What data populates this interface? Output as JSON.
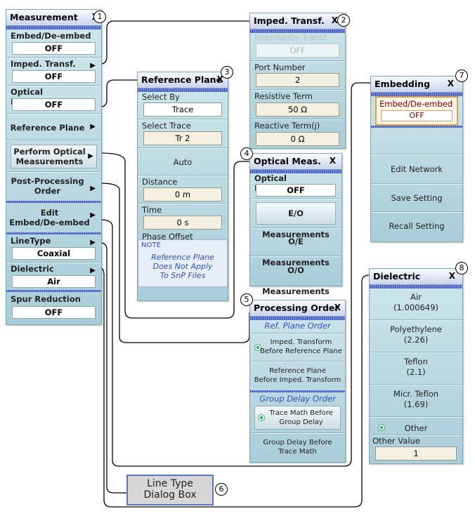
{
  "measurement": {
    "title": "Measurement",
    "close": "X",
    "badge": "1",
    "embed_label": "Embed/De-embed",
    "embed_value": "OFF",
    "imped_label": "Imped. Transf.",
    "imped_value": "OFF",
    "optical_label": "Optical Measurements",
    "optical_value": "OFF",
    "ref_plane": "Reference Plane",
    "perform_optical_1": "Perform Optical",
    "perform_optical_2": "Measurements",
    "post_processing_1": "Post-Processing",
    "post_processing_2": "Order",
    "edit_1": "Edit",
    "edit_2": "Embed/De-embed",
    "linetype_label": "LineType",
    "linetype_value": "Coaxial",
    "dielectric_label": "Dielectric",
    "dielectric_value": "Air",
    "spur_label": "Spur Reduction",
    "spur_value": "OFF"
  },
  "imped": {
    "title": "Imped. Transf.",
    "close": "X",
    "badge": "2",
    "transf_label": "Impedance Transf.",
    "transf_value": "OFF",
    "port_label": "Port Number",
    "port_value": "2",
    "resistive_label": "Resistive Term",
    "resistive_value": "50 Ω",
    "reactive_label": "Reactive Term(j)",
    "reactive_value": "0 Ω"
  },
  "refplane": {
    "title": "Reference Plane",
    "close": "X",
    "badge": "3",
    "select_by_label": "Select By",
    "select_by_value": "Trace",
    "select_trace_label": "Select Trace",
    "select_trace_value": "Tr 2",
    "auto": "Auto",
    "distance_label": "Distance",
    "distance_value": "0 m",
    "time_label": "Time",
    "time_value": "0 s",
    "phase_offset": "Phase Offset",
    "note_title": "NOTE",
    "note_1": "Reference Plane",
    "note_2": "Does Not Apply",
    "note_3": "To SnP Files"
  },
  "optical": {
    "title": "Optical Meas.",
    "close": "X",
    "badge": "4",
    "label": "Optical Measurements",
    "value": "OFF",
    "eo": "E/O Measurements",
    "oe": "O/E Measurements",
    "oo": "O/O Measurements"
  },
  "processing": {
    "title": "Processing Order",
    "close": "X",
    "badge": "5",
    "ref_order": "Ref. Plane Order",
    "opt1_1": "Imped. Transform",
    "opt1_2": "Before Reference Plane",
    "opt2_1": "Reference Plane",
    "opt2_2": "Before Imped. Transform",
    "gd_order": "Group Delay Order",
    "opt3_1": "Trace Math Before",
    "opt3_2": "Group Delay",
    "opt4_1": "Group Delay Before",
    "opt4_2": "Trace Math"
  },
  "linetype_box": {
    "line1": "Line Type",
    "line2": "Dialog Box",
    "badge": "6"
  },
  "embedding": {
    "title": "Embedding",
    "close": "X",
    "badge": "7",
    "label": "Embed/De-embed",
    "value": "OFF",
    "edit": "Edit Network",
    "save": "Save Setting",
    "recall": "Recall Setting"
  },
  "dielectric": {
    "title": "Dielectric",
    "close": "X",
    "badge": "8",
    "air_1": "Air",
    "air_2": "(1.000649)",
    "poly_1": "Polyethylene",
    "poly_2": "(2.26)",
    "teflon_1": "Teflon",
    "teflon_2": "(2.1)",
    "micr_1": "Micr. Teflon",
    "micr_2": "(1.69)",
    "other": "Other",
    "other_value_label": "Other Value",
    "other_value": "1"
  }
}
